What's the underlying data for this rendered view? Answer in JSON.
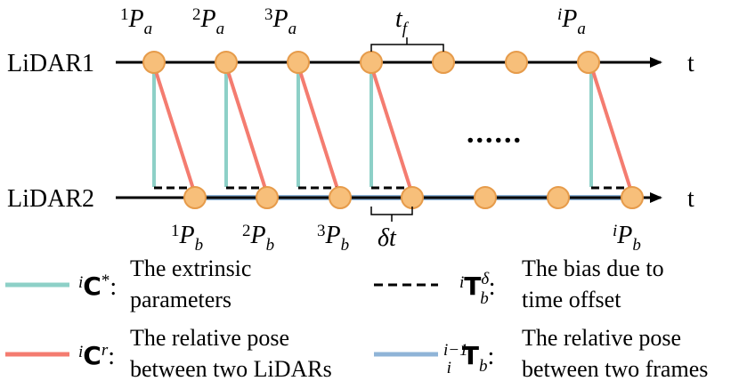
{
  "lines": {
    "lidar1": "LiDAR1",
    "lidar2": "LiDAR2",
    "t_top": "t",
    "t_bottom": "t"
  },
  "top_labels": [
    {
      "sup": "1",
      "base": "P",
      "sub": "a"
    },
    {
      "sup": "2",
      "base": "P",
      "sub": "a"
    },
    {
      "sup": "3",
      "base": "P",
      "sub": "a"
    },
    {
      "sup": "i",
      "base": "P",
      "sub": "a"
    }
  ],
  "bottom_labels": [
    {
      "sup": "1",
      "base": "P",
      "sub": "b"
    },
    {
      "sup": "2",
      "base": "P",
      "sub": "b"
    },
    {
      "sup": "3",
      "base": "P",
      "sub": "b"
    },
    {
      "sup": "i",
      "base": "P",
      "sub": "b"
    }
  ],
  "brackets": {
    "tf": {
      "base": "t",
      "sub": "f"
    },
    "dt": "δt"
  },
  "ellipsis": "......",
  "legend": {
    "extrinsic": {
      "symbol_sup": "i",
      "symbol_base": "C",
      "symbol_mark": "*",
      "line1": "The extrinsic",
      "line2": "parameters"
    },
    "bias": {
      "symbol_sup": "i",
      "symbol_base": "T",
      "symbol_sub": "b",
      "symbol_mark": "δ",
      "line1": "The bias due to",
      "line2": "time offset"
    },
    "relative_lidars": {
      "symbol_sup": "i",
      "symbol_base": "C",
      "symbol_mark": "r",
      "line1": "The relative pose",
      "line2": "between two LiDARs"
    },
    "relative_frames": {
      "symbol_sup": "i−1",
      "symbol_sub_left": "i",
      "symbol_base": "T",
      "symbol_sub": "b",
      "line1": "The relative pose",
      "line2": "between two frames"
    }
  },
  "colors": {
    "node_fill": "#F7BF7A",
    "node_stroke": "#E69B4A",
    "extrinsic": "#8DD0C7",
    "relative_lidars": "#F47C70",
    "relative_frames": "#8FB4D7",
    "axis": "#000000"
  }
}
